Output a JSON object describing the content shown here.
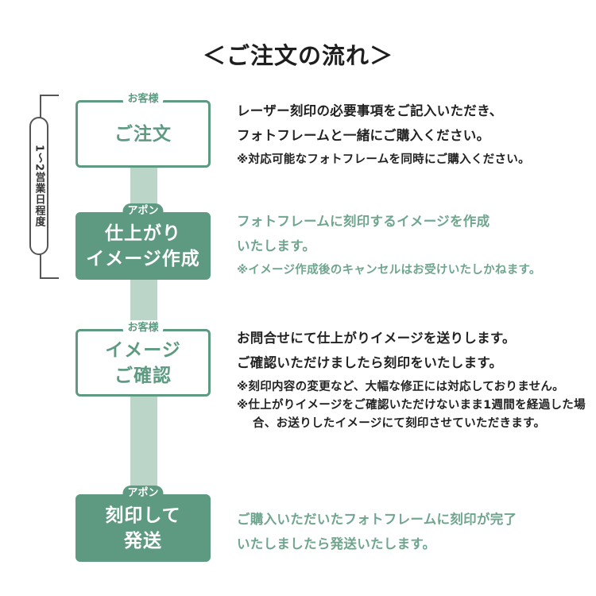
{
  "title": "＜ご注文の流れ＞",
  "duration_label": "1〜2営業日程度",
  "colors": {
    "accent": "#5e9a82",
    "connector": "#bcd5c9",
    "green_text": "#6fa58e"
  },
  "steps": [
    {
      "role": "お客様",
      "title": [
        "ご注文"
      ],
      "style": "customer",
      "lines": [
        "レーザー刻印の必要事項をご記入いただき、",
        "フォトフレームと一緒にご購入ください。"
      ],
      "notes": [
        "※対応可能なフォトフレームを同時にご購入ください。"
      ],
      "text_color": "dark"
    },
    {
      "role": "アポン",
      "title": [
        "仕上がり",
        "イメージ作成"
      ],
      "style": "shop",
      "lines": [
        "フォトフレームに刻印するイメージを作成",
        "いたします。"
      ],
      "notes": [
        "※イメージ作成後のキャンセルはお受けいたしかねます。"
      ],
      "text_color": "green"
    },
    {
      "role": "お客様",
      "title": [
        "イメージ",
        "ご確認"
      ],
      "style": "customer",
      "lines": [
        "お問合せにて仕上がりイメージを送りします。",
        "ご確認いただけましたら刻印をいたします。"
      ],
      "notes": [
        "※刻印内容の変更など、大幅な修正には対応しておりません。",
        "※仕上がりイメージをご確認いただけないまま1週間を経過した場合、お送りしたイメージにて刻印させていただきます。"
      ],
      "text_color": "dark"
    },
    {
      "role": "アポン",
      "title": [
        "刻印して",
        "発送"
      ],
      "style": "shop",
      "lines": [
        "ご購入いただいたフォトフレームに刻印が完了",
        "いたしましたら発送いたします。"
      ],
      "notes": [],
      "text_color": "green"
    }
  ]
}
